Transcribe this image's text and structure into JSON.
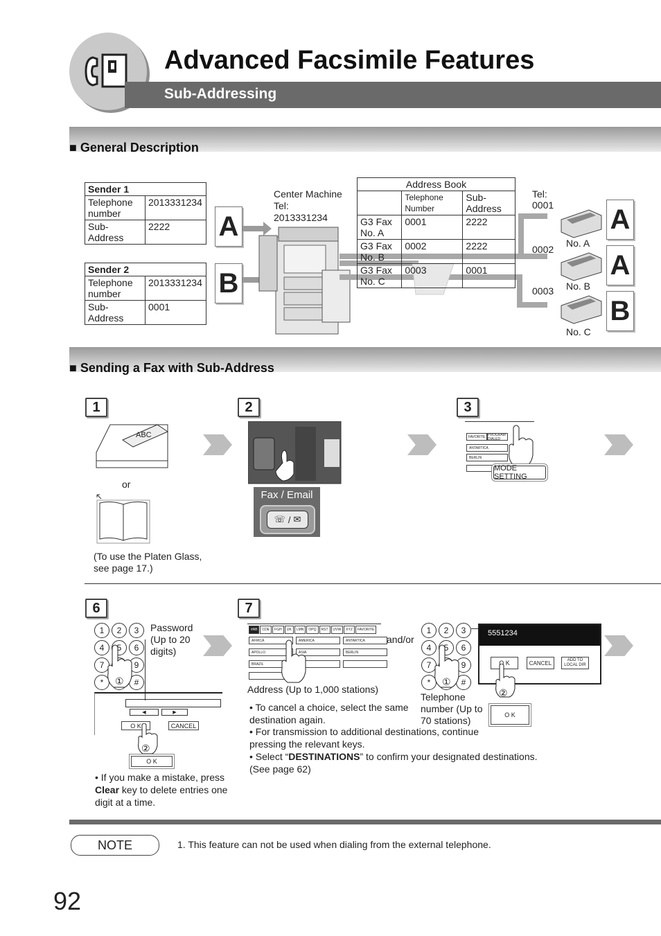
{
  "header": {
    "title": "Advanced Facsimile Features",
    "subtitle": "Sub-Addressing"
  },
  "general": {
    "heading": "■ General Description"
  },
  "sender1": {
    "name": "Sender 1",
    "tel_label": "Telephone number",
    "tel": "2013331234",
    "sub_label": "Sub-Address",
    "sub": "2222"
  },
  "sender2": {
    "name": "Sender 2",
    "tel_label": "Telephone number",
    "tel": "2013331234",
    "sub_label": "Sub-Address",
    "sub": "0001"
  },
  "center": {
    "line1": "Center Machine",
    "line2": "Tel:",
    "line3": "2013331234"
  },
  "address_book": {
    "title": "Address Book",
    "col_tel": "Telephone Number",
    "col_sub": "Sub-Address",
    "rows": [
      [
        "G3 Fax No. A",
        "0001",
        "2222"
      ],
      [
        "G3 Fax No. B",
        "0002",
        "2222"
      ],
      [
        "G3 Fax No. C",
        "0003",
        "0001"
      ]
    ]
  },
  "receivers": {
    "tel_label": "Tel:",
    "tel_a": "0001",
    "tel_b": "0002",
    "tel_c": "0003",
    "name_a": "No. A",
    "name_b": "No. B",
    "name_c": "No. C"
  },
  "letters": {
    "sender1": "A",
    "sender2": "B",
    "recv_a": "A",
    "recv_b": "A",
    "recv_c": "B"
  },
  "sending": {
    "heading": "■ Sending a Fax with Sub-Address"
  },
  "steps": {
    "s1": "1",
    "s2": "2",
    "s3": "3",
    "s6": "6",
    "s7": "7"
  },
  "step1": {
    "or": "or",
    "platen_note": "(To use the Platen Glass, see page 17.)",
    "doc_text": "ABC"
  },
  "step2": {
    "key_label": "Fax / Email",
    "key_symbols": "/"
  },
  "step3": {
    "mode_setting": "MODE SETTING",
    "tab1": "FAVORITE",
    "tab2": "PROGRAM DIALED",
    "row1": "ANTARTICA",
    "row2": "BERLIN"
  },
  "step6": {
    "password_label": "Password (Up to 20 digits)",
    "keypad": [
      "1",
      "2",
      "3",
      "4",
      "5",
      "6",
      "7",
      "8",
      "9",
      "*",
      "0",
      "#"
    ],
    "circle1": "①",
    "circle2": "②",
    "ok": "O K",
    "cancel": "CANCEL",
    "ok_small": "O K",
    "note_pre": "If you make a mistake, press ",
    "note_bold": "Clear",
    "note_post": " key to delete entries one digit at a time."
  },
  "step7": {
    "tabs": [
      "#AB",
      "CDE",
      "FGH",
      "IJK",
      "LMN",
      "OPQ",
      "RST",
      "UVW",
      "XYZ",
      "FAVORITE"
    ],
    "cells": [
      "AFRICA",
      "AMERICA",
      "ANTARTICA",
      "APOLLO",
      "ASIA",
      "BERLIN",
      "BRAZIL",
      "",
      "",
      ""
    ],
    "andor": "and/or",
    "address_label": "Address (Up to 1,000 stations)",
    "tel_label": "Telephone number (Up to 70 stations)",
    "display_number": "5551234",
    "ok": "O K",
    "cancel": "CANCEL",
    "add": "ADD TO LOCAL DIR",
    "ok_key": "O K",
    "circle1": "①",
    "circle2": "②",
    "b1": "To cancel a choice, select the same destination again.",
    "b2": "For transmission to additional destinations, continue pressing the relevant keys.",
    "b3_pre": "Select “",
    "b3_bold": "DESTINATIONS",
    "b3_post": "” to confirm your designated destinations. (See page 62)"
  },
  "note": {
    "label": "NOTE",
    "text": "1. This feature can not be used when dialing from the external telephone."
  },
  "page_number": "92"
}
